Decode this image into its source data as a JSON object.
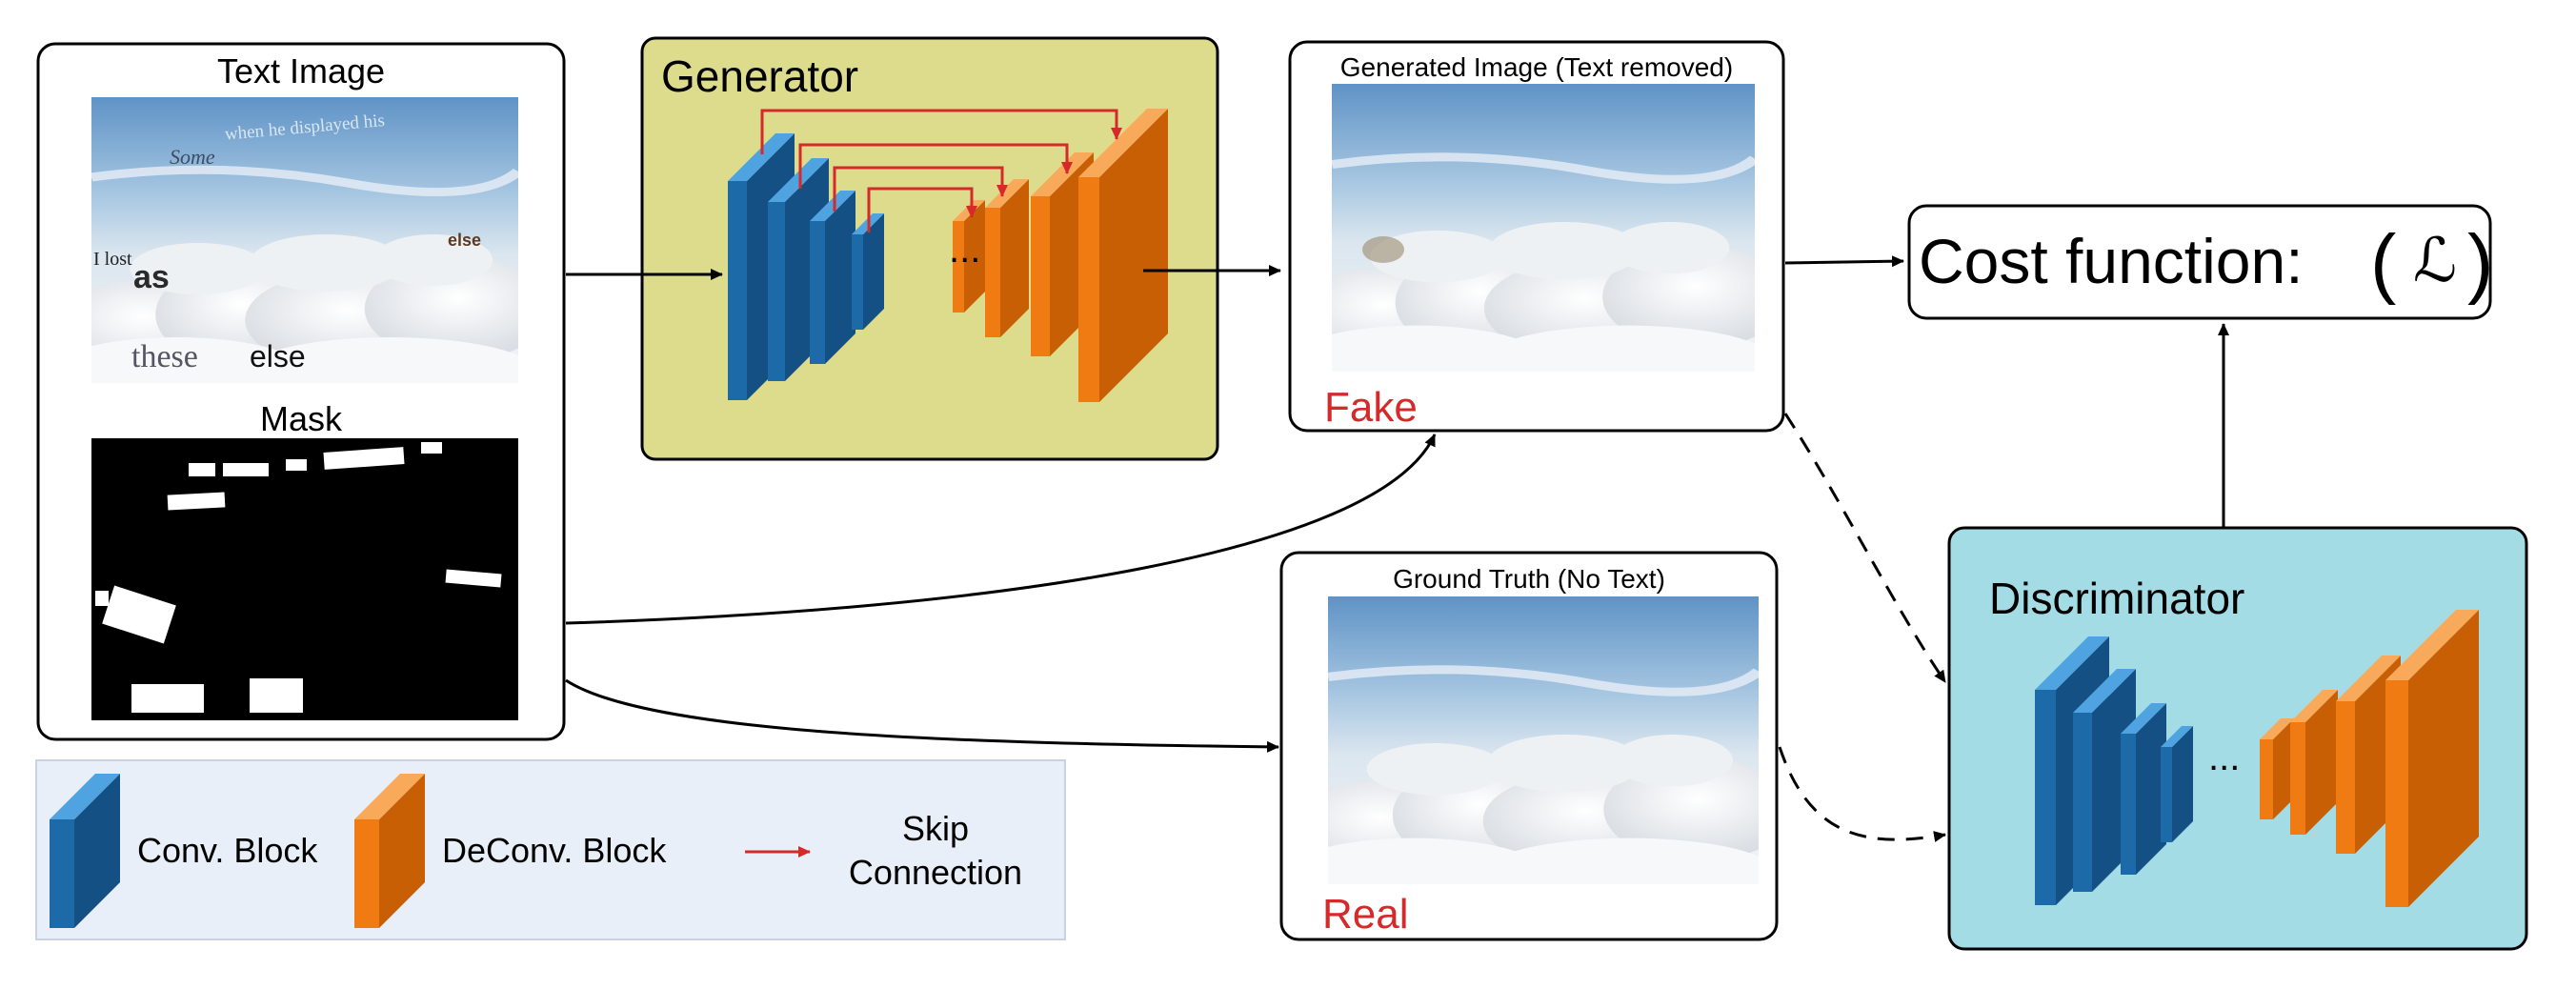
{
  "input_panel": {
    "text_image_title": "Text Image",
    "mask_title": "Mask",
    "overlay_words": [
      "when he displayed his",
      "Some",
      "I lost",
      "as",
      "else",
      "these",
      "else"
    ]
  },
  "generator": {
    "title": "Generator",
    "ellipsis": "..."
  },
  "generated": {
    "title": "Generated Image (Text removed)",
    "tag": "Fake"
  },
  "ground_truth": {
    "title": "Ground Truth (No Text)",
    "tag": "Real"
  },
  "cost": {
    "label": "Cost function:",
    "symbol": "ℒ"
  },
  "discriminator": {
    "title": "Discriminator",
    "ellipsis": "..."
  },
  "legend": {
    "conv_label": "Conv. Block",
    "deconv_label": "DeConv. Block",
    "skip_label_line1": "Skip",
    "skip_label_line2": "Connection"
  },
  "colors": {
    "generator_bg": "#dcdc8c",
    "discriminator_bg": "#a4dce6",
    "legend_bg": "#e9eff8",
    "conv_front": "#1c6aa8",
    "conv_side": "#155084",
    "conv_top": "#4fa3e0",
    "deconv_front": "#f07b12",
    "deconv_side": "#c95f05",
    "deconv_top": "#f9a95a",
    "accent_red": "#d42a2a"
  }
}
